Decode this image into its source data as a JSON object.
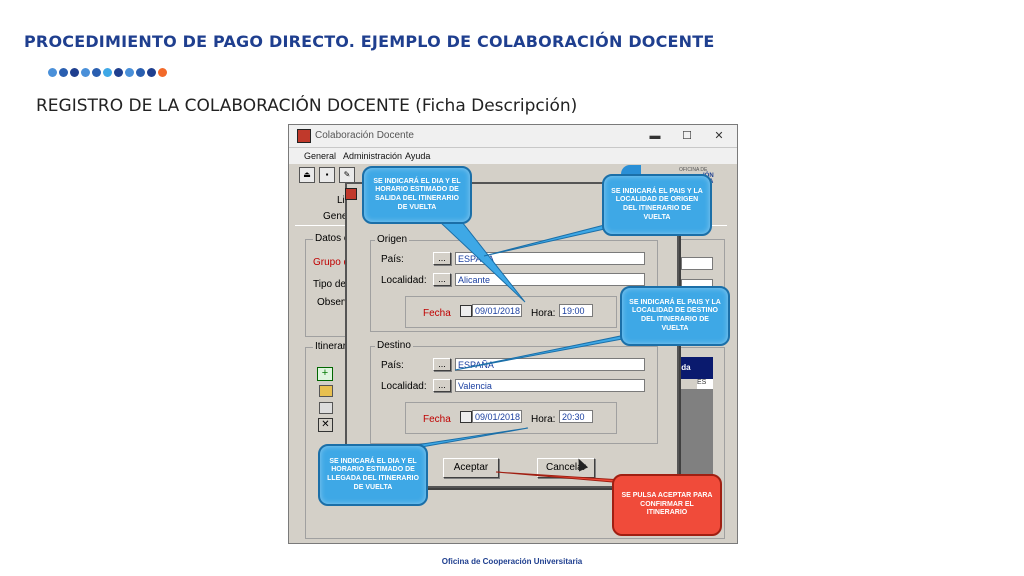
{
  "slide": {
    "title": "PROCEDIMIENTO DE PAGO DIRECTO. EJEMPLO DE COLABORACIÓN DOCENTE",
    "subtitle": "REGISTRO DE LA COLABORACIÓN DOCENTE (Ficha Descripción)",
    "footer": "Oficina de Cooperación Universitaria",
    "dot_colors": [
      "#4a90d9",
      "#2a5fb0",
      "#1f3f8f",
      "#4a90d9",
      "#2a5fb0",
      "#3ea8e6",
      "#1f3f8f",
      "#4a90d9",
      "#2a5fb0",
      "#1f3f8f",
      "#f26a2a"
    ]
  },
  "window": {
    "title": "Colaboración Docente",
    "minimize": "▬",
    "maximize": "☐",
    "close": "✕",
    "menu": [
      "General",
      "Administración",
      "Ayuda"
    ],
    "logo_text": "OFICINA DE",
    "logo_text2": "IÓN",
    "logo_text3": "RIA",
    "tabs_partial": [
      "Lis",
      "Gene"
    ],
    "datos_label": "Datos c",
    "grupo_label": "Grupo de",
    "tipo_label": "Tipo de C",
    "observ_label": "Observ",
    "itinerario_label": "Itinerar",
    "grid_header_partial": "ida",
    "grid_cell_partial": "ES"
  },
  "dialog": {
    "origen": {
      "label": "Origen",
      "pais_label": "País:",
      "pais_value": "ESPAÑA",
      "localidad_label": "Localidad:",
      "localidad_value": "Alicante",
      "fecha_label": "Fecha",
      "fecha_value": "09/01/2018",
      "hora_label": "Hora:",
      "hora_value": "19:00"
    },
    "destino": {
      "label": "Destino",
      "pais_label": "País:",
      "pais_value": "ESPAÑA",
      "localidad_label": "Localidad:",
      "localidad_value": "Valencia",
      "fecha_label": "Fecha",
      "fecha_value": "09/01/2018",
      "hora_label": "Hora:",
      "hora_value": "20:30"
    },
    "dots": "...",
    "accept": "Aceptar",
    "cancel": "Cancelar"
  },
  "callouts": {
    "salida": "SE INDICARÁ EL DIA Y EL HORARIO ESTIMADO DE SALIDA DEL ITINERARIO DE VUELTA",
    "origen": "SE INDICARÁ EL PAIS Y LA LOCALIDAD DE ORIGEN DEL ITINERARIO DE VUELTA",
    "destino": "SE INDICARÁ EL PAIS Y LA LOCALIDAD DE DESTINO DEL ITINERARIO DE VUELTA",
    "llegada": "SE INDICARÁ EL DIA Y EL HORARIO ESTIMADO DE LLEGADA DEL ITINERARIO DE VUELTA",
    "aceptar": "SE PULSA ACEPTAR PARA CONFIRMAR EL ITINERARIO"
  }
}
